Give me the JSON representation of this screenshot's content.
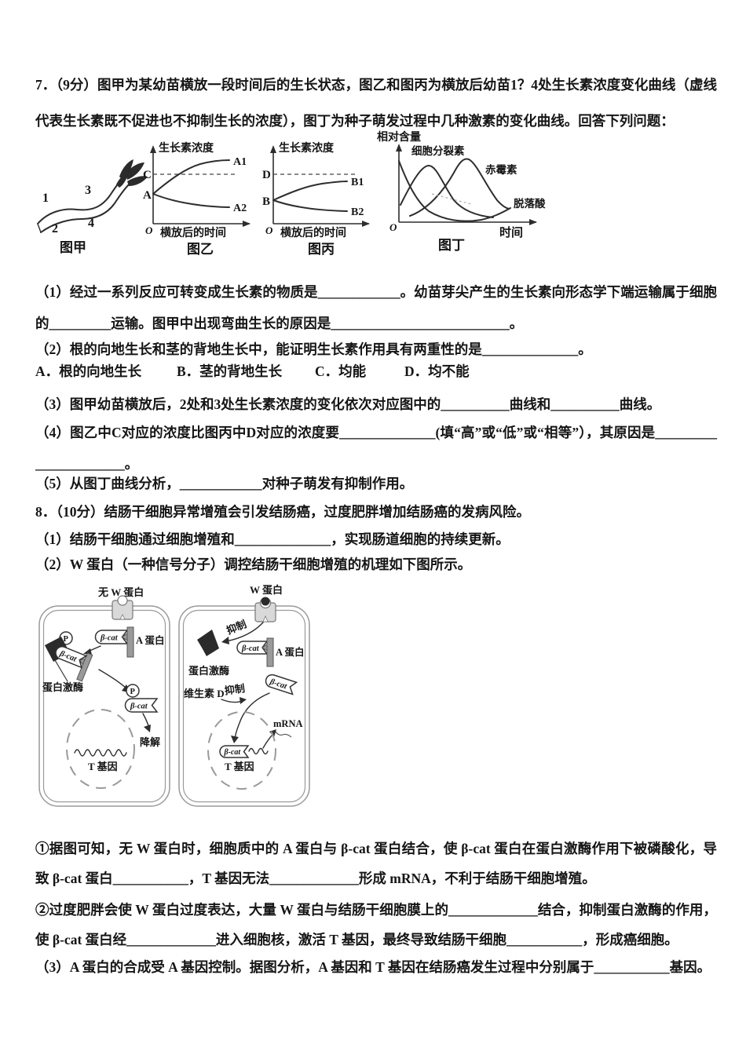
{
  "q7": {
    "intro": "7．（9分）图甲为某幼苗横放一段时间后的生长状态，图乙和图丙为横放后幼苗1？4处生长素浓度变化曲线（虚线代表生长素既不促进也不抑制生长的浓度），图丁为种子萌发过程中几种激素的变化曲线。回答下列问题：",
    "items": {
      "i1": "（1）经过一系列反应可转变成生长素的物质是____________。幼苗芽尖产生的生长素向形态学下端运输属于细胞的_________运输。图甲中出现弯曲生长的原因是__________________________。",
      "i2": "（2）根的向地生长和茎的背地生长中，能证明生长素作用具有两重性的是______________。",
      "i3": "（3）图甲幼苗横放后，2处和3处生长素浓度的变化依次对应图中的__________曲线和__________曲线。",
      "i4": "（4）图乙中C对应的浓度比图丙中D对应的浓度要______________(填“高”或“低”或“相等”），其原因是______________________。",
      "i5": "（5）从图丁曲线分析，____________对种子萌发有抑制作用。"
    },
    "options": [
      "A．根的向地生长",
      "B．茎的背地生长",
      "C．均能",
      "D．均不能"
    ],
    "figures": {
      "jia": {
        "caption": "图甲",
        "n1": "1",
        "n2": "2",
        "n3": "3",
        "n4": "4"
      },
      "yi": {
        "caption": "图乙",
        "ylabel": "生长素浓度",
        "xlabel": "横放后的时间",
        "origin": "O",
        "dash": "C",
        "start": "A",
        "up": "A1",
        "down": "A2"
      },
      "bing": {
        "caption": "图丙",
        "ylabel": "生长素浓度",
        "xlabel": "横放后的时间",
        "origin": "O",
        "dash": "D",
        "start": "B",
        "up": "B1",
        "down": "B2"
      },
      "ding": {
        "caption": "图丁",
        "ylabel": "相对含量",
        "xlabel": "时间",
        "origin": "O",
        "cytokinin": "细胞分裂素",
        "gibberellin": "赤霉素",
        "aba": "脱落酸"
      }
    }
  },
  "q8": {
    "intro": "8．（10分）结肠干细胞异常增殖会引发结肠癌，过度肥胖增加结肠癌的发病风险。",
    "items": {
      "i1": "（1）结肠干细胞通过细胞增殖和______________，实现肠道细胞的持续更新。",
      "i2": "（2）W 蛋白（一种信号分子）调控结肠干细胞增殖的机理如下图所示。",
      "sub1": "①据图可知，无 W 蛋白时，细胞质中的 A 蛋白与 β-cat 蛋白结合，使 β-cat 蛋白在蛋白激酶作用下被磷酸化，导致 β-cat 蛋白___________，T 基因无法_____________形成 mRNA，不利于结肠干细胞增殖。",
      "sub2": "②过度肥胖会使 W 蛋白过度表达，大量 W 蛋白与结肠干细胞膜上的_____________结合，抑制蛋白激酶的作用，使 β-cat 蛋白经_____________进入细胞核，激活 T 基因，最终导致结肠干细胞___________，形成癌细胞。",
      "i3": "（3）A 蛋白的合成受 A 基因控制。据图分析，A 基因和 T 基因在结肠癌发生过程中分别属于___________基因。"
    },
    "diagram": {
      "left": {
        "top": "无 W 蛋白",
        "beta_cat": "β-cat",
        "a_protein": "A 蛋白",
        "p": "P",
        "kinase": "蛋白激酶",
        "degrade": "降解",
        "t_gene": "T 基因"
      },
      "right": {
        "top": "W 蛋白",
        "inhibit": "抑制",
        "kinase": "蛋白激酶",
        "beta_cat": "β-cat",
        "a_protein": "A 蛋白",
        "vitamin_d": "维生素 D",
        "inhibit2": "抑制",
        "mrna": "mRNA",
        "t_gene": "T 基因"
      }
    }
  },
  "chart_data": [
    {
      "type": "line",
      "title": "图乙",
      "xlabel": "横放后的时间",
      "ylabel": "生长素浓度",
      "series": [
        {
          "name": "A1",
          "trend": "rises from A then plateaus above dashed level C",
          "x_norm": [
            0,
            0.3,
            0.6,
            1
          ],
          "y_norm": [
            0.4,
            0.62,
            0.78,
            0.8
          ]
        },
        {
          "name": "A2",
          "trend": "declines slightly from A then plateaus",
          "x_norm": [
            0,
            0.3,
            0.6,
            1
          ],
          "y_norm": [
            0.4,
            0.32,
            0.28,
            0.27
          ]
        }
      ],
      "annotations": [
        "dashed horizontal line at level C",
        "start level A",
        "origin O"
      ]
    },
    {
      "type": "line",
      "title": "图丙",
      "xlabel": "横放后的时间",
      "ylabel": "生长素浓度",
      "series": [
        {
          "name": "B1",
          "trend": "rises from B but stays below dashed level D",
          "x_norm": [
            0,
            0.3,
            0.6,
            1
          ],
          "y_norm": [
            0.3,
            0.42,
            0.5,
            0.52
          ]
        },
        {
          "name": "B2",
          "trend": "declines slightly from B",
          "x_norm": [
            0,
            0.3,
            0.6,
            1
          ],
          "y_norm": [
            0.3,
            0.22,
            0.17,
            0.16
          ]
        }
      ],
      "annotations": [
        "dashed horizontal line at level D",
        "start level B",
        "origin O"
      ]
    },
    {
      "type": "line",
      "title": "图丁",
      "xlabel": "时间",
      "ylabel": "相对含量",
      "series": [
        {
          "name": "脱落酸",
          "trend": "starts highest, declines steeply then levels low with slight rise at end",
          "x_norm": [
            0,
            0.2,
            0.55,
            0.8,
            1
          ],
          "y_norm": [
            0.8,
            0.35,
            0.1,
            0.12,
            0.2
          ]
        },
        {
          "name": "细胞分裂素",
          "trend": "early peak then declines",
          "x_norm": [
            0,
            0.22,
            0.45,
            0.7
          ],
          "y_norm": [
            0.2,
            0.73,
            0.3,
            0.1
          ]
        },
        {
          "name": "赤霉素",
          "trend": "later larger peak then declines",
          "x_norm": [
            0.08,
            0.5,
            0.72,
            0.82
          ],
          "y_norm": [
            0.08,
            0.82,
            0.3,
            0.18
          ]
        }
      ],
      "annotations": [
        "origin O"
      ]
    }
  ]
}
